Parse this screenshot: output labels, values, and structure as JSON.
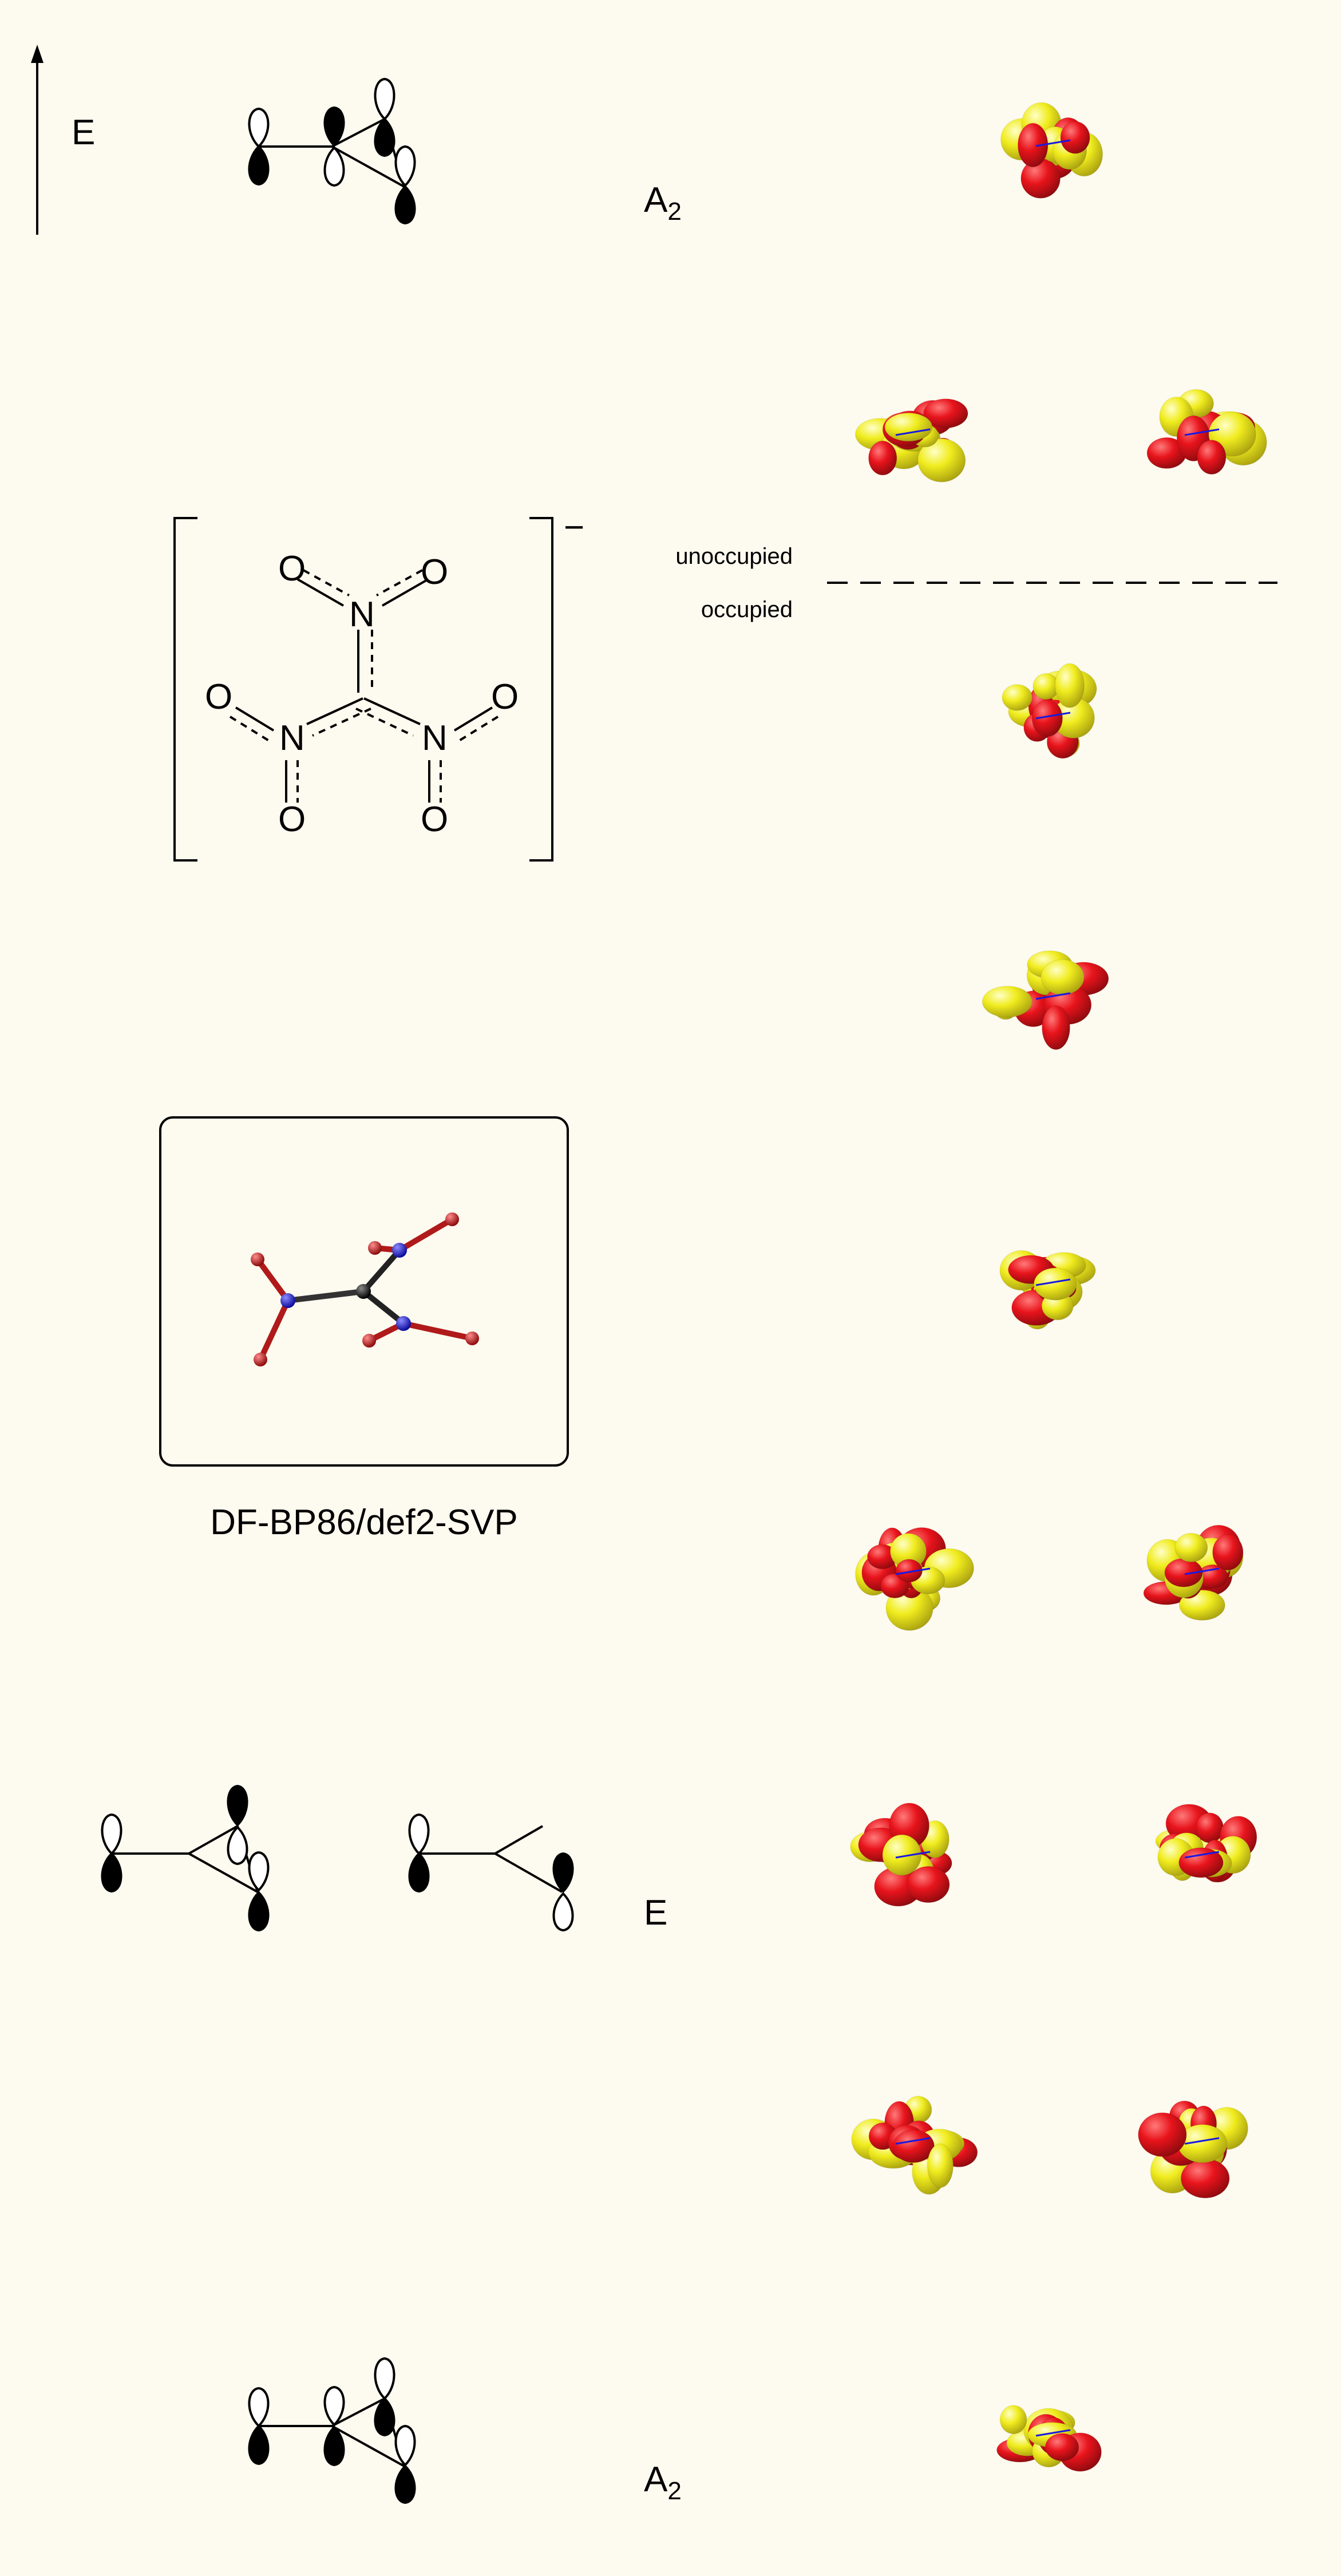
{
  "energy_axis": {
    "label": "E"
  },
  "molecule": {
    "charge": "−",
    "atoms": {
      "o_top_left": "O",
      "o_top_right": "O",
      "n_top": "N",
      "o_mid_left": "O",
      "n_left": "N",
      "n_right": "N",
      "o_mid_right": "O",
      "o_bottom_left": "O",
      "o_bottom_right": "O"
    }
  },
  "method_caption": "DF-BP86/def2-SVP",
  "frontier": {
    "unoccupied_label": "unoccupied",
    "occupied_label": "occupied"
  },
  "symmetry_labels": {
    "top": {
      "main": "A",
      "sub": "2"
    },
    "middle": {
      "main": "E"
    },
    "bottom": {
      "main": "A",
      "sub": "2"
    }
  },
  "orbital_levels": [
    {
      "level": "A2 (top)",
      "count": 1
    },
    {
      "level": "E (unoccupied)",
      "count": 2
    },
    {
      "level": "occupied 1",
      "count": 1
    },
    {
      "level": "occupied 2",
      "count": 1
    },
    {
      "level": "occupied 3",
      "count": 1
    },
    {
      "level": "occupied pair 1",
      "count": 2
    },
    {
      "level": "E (occupied)",
      "count": 2
    },
    {
      "level": "occupied pair 3",
      "count": 2
    },
    {
      "level": "A2 (bottom)",
      "count": 1
    }
  ],
  "colors": {
    "background": "#fdfaef",
    "positive_lobe": "#e8141c",
    "negative_lobe": "#eeea1c",
    "nitrogen": "#1a1ae0",
    "oxygen": "#d81c1c",
    "carbon": "#111111"
  }
}
